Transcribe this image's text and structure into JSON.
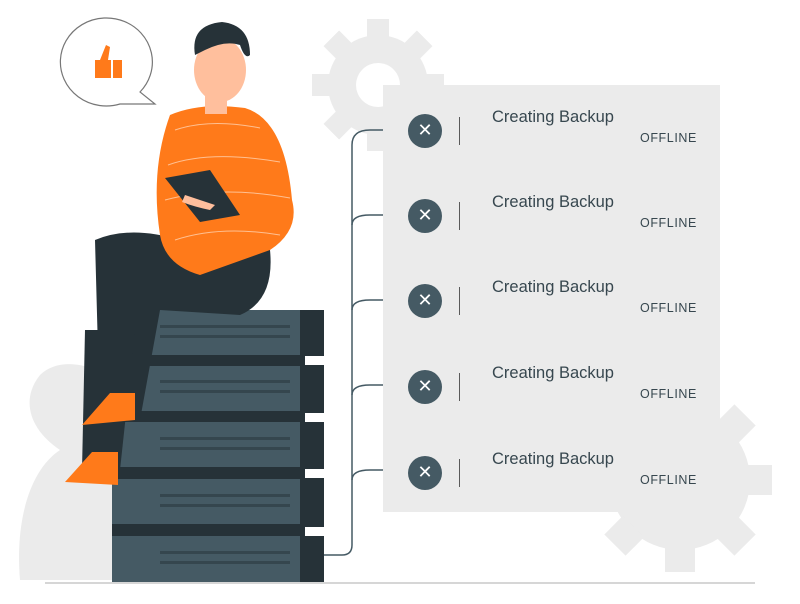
{
  "colors": {
    "accent": "#ff7a1a",
    "server_dark": "#263238",
    "server_face": "#455a64",
    "panel_bg": "#ebebeb",
    "background_shapes": "#ebebeb",
    "status_icon": "#455a64",
    "text": "#37474f"
  },
  "illustration": {
    "speech_bubble_icon": "thumbs-up-icon",
    "server_units": 5
  },
  "backup_list": {
    "items": [
      {
        "title": "Creating Backup",
        "status": "OFFLINE",
        "icon": "close-icon"
      },
      {
        "title": "Creating Backup",
        "status": "OFFLINE",
        "icon": "close-icon"
      },
      {
        "title": "Creating Backup",
        "status": "OFFLINE",
        "icon": "close-icon"
      },
      {
        "title": "Creating Backup",
        "status": "OFFLINE",
        "icon": "close-icon"
      },
      {
        "title": "Creating Backup",
        "status": "OFFLINE",
        "icon": "close-icon"
      }
    ],
    "close_glyph": "✕"
  }
}
